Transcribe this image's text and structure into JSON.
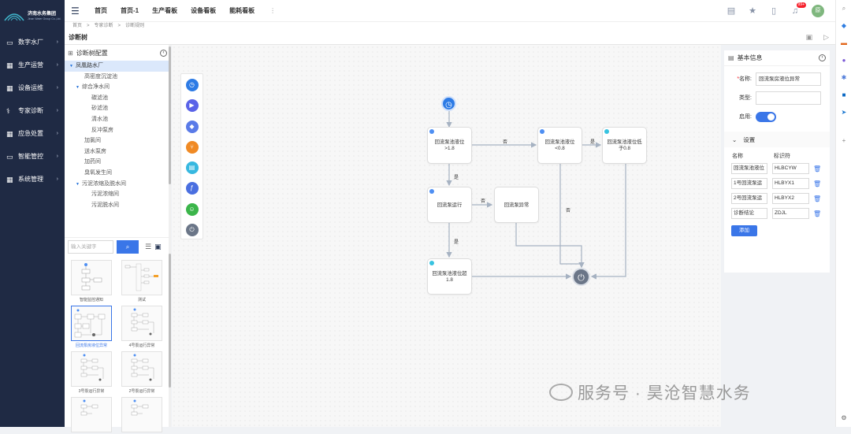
{
  "brand": {
    "name": "济南水务集团",
    "sub": "Jinan Water Group Co.,Ltd."
  },
  "sidebar": {
    "items": [
      {
        "label": "数字水厂",
        "icon": "monitor-icon"
      },
      {
        "label": "生产运营",
        "icon": "grid-icon"
      },
      {
        "label": "设备运维",
        "icon": "grid-icon"
      },
      {
        "label": "专家诊断",
        "icon": "stethoscope-icon"
      },
      {
        "label": "应急处置",
        "icon": "grid-icon"
      },
      {
        "label": "智能管控",
        "icon": "monitor-icon"
      },
      {
        "label": "系统管理",
        "icon": "grid-icon"
      }
    ]
  },
  "topnav": {
    "tabs": [
      "首页",
      "首页-1",
      "生产看板",
      "设备看板",
      "能耗看板"
    ],
    "more": "⋮",
    "notify_badge": "99+",
    "avatar": "原"
  },
  "breadcrumb": [
    "首页",
    ">",
    "专家诊断",
    ">",
    "诊断规则"
  ],
  "page": {
    "title": "诊断树"
  },
  "tree": {
    "title": "诊断树配置",
    "nodes": [
      {
        "label": "凤凰路水厂",
        "level": 0,
        "expanded": true,
        "selected": true
      },
      {
        "label": "高密度沉淀池",
        "level": 1
      },
      {
        "label": "综合净水间",
        "level": 1,
        "expanded": true
      },
      {
        "label": "碳滤池",
        "level": 2
      },
      {
        "label": "砂滤池",
        "level": 2
      },
      {
        "label": "清水池",
        "level": 2
      },
      {
        "label": "反冲泵房",
        "level": 2
      },
      {
        "label": "加氯间",
        "level": 1
      },
      {
        "label": "送水泵房",
        "level": 1
      },
      {
        "label": "加药间",
        "level": 1
      },
      {
        "label": "臭氧发生间",
        "level": 1
      },
      {
        "label": "污泥浓缩及脱水间",
        "level": 1,
        "expanded": true
      },
      {
        "label": "污泥浓缩间",
        "level": 2
      },
      {
        "label": "污泥脱水间",
        "level": 2
      }
    ]
  },
  "search": {
    "placeholder": "输入关键字"
  },
  "templates": [
    "智能监控通知",
    "测试",
    "回流泵房液位异常",
    "4号泵运行异常",
    "3号泵运行异常",
    "2号泵运行异常",
    "",
    ""
  ],
  "flow": {
    "nodes": {
      "n1": "回流泵池液位>1.8",
      "n2": "回流泵池液位<0.8",
      "n3": "回流泵池液位低于0.8",
      "n4": "回流泵运行",
      "n5": "回流泵异常",
      "n6": "回流泵池液位超1.8"
    },
    "edges": {
      "no1": "否",
      "yes1": "是",
      "no2": "否",
      "yes2": "是",
      "no3": "否",
      "yes3": "是"
    }
  },
  "props": {
    "title": "基本信息",
    "name_label": "名称:",
    "name_value": "回流泵房液位异常",
    "type_label": "类型:",
    "type_value": "",
    "enable_label": "启用:",
    "enabled": true,
    "settings_label": "设置",
    "col_name": "名称",
    "col_id": "标识符",
    "rows": [
      {
        "name": "回流泵池液位",
        "id": "HLBCYW"
      },
      {
        "name": "1号回流泵运",
        "id": "HLBYX1"
      },
      {
        "name": "2号回流泵运",
        "id": "HLBYX2"
      },
      {
        "name": "诊断结论",
        "id": "ZDJL"
      }
    ],
    "add_label": "添加"
  },
  "watermark": "服务号 · 昊沧智慧水务"
}
